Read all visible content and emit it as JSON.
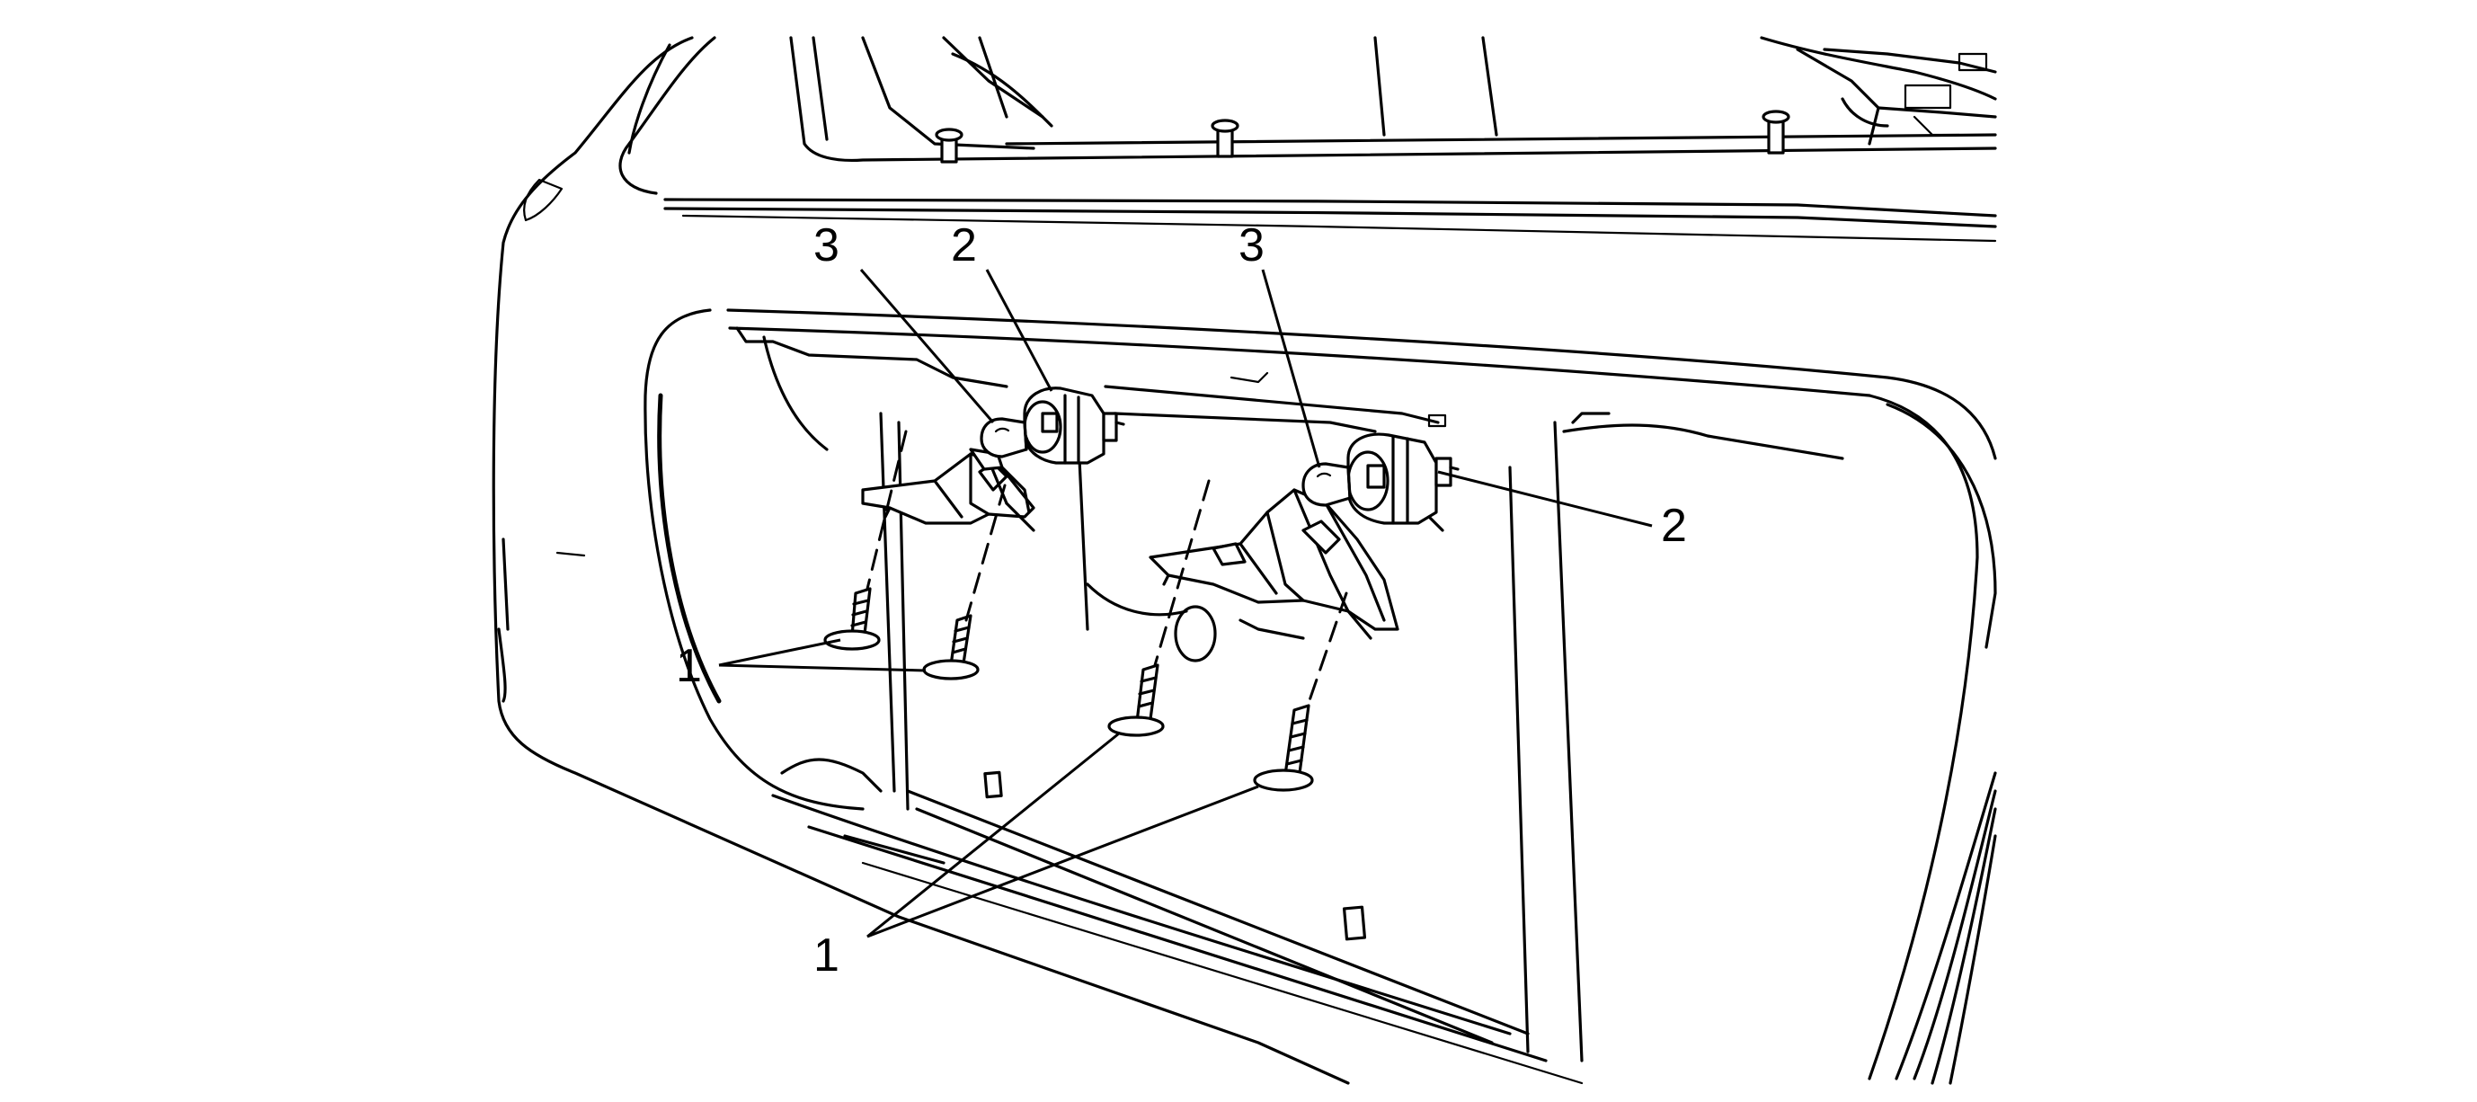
{
  "callouts": {
    "c1": "1",
    "c2": "2",
    "c3": "3"
  },
  "icons": {
    "lamp-socket": "lamp-socket-icon",
    "bulb": "bulb-icon",
    "push-pin-fastener": "push-pin-fastener-icon",
    "lamp-bracket": "lamp-bracket-icon"
  },
  "colors": {
    "line": "#000000",
    "background": "#ffffff"
  }
}
